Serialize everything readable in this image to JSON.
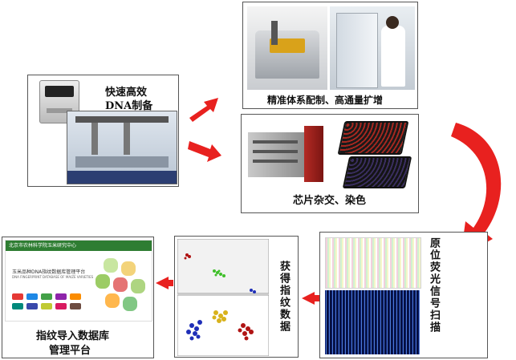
{
  "steps": {
    "dna": {
      "title_line1": "快速高效",
      "title_line2": "DNA制备"
    },
    "pcr": {
      "caption": "精准体系配制、高通量扩增"
    },
    "chip": {
      "caption": "芯片杂交、染色"
    },
    "scan": {
      "caption": "原位荧光信号扫描"
    },
    "fingerprint": {
      "caption": "获得指纹数据"
    },
    "database": {
      "caption_line1": "指纹导入数据库",
      "caption_line2": "管理平台",
      "header": "北京市农林科学院玉米研究中心",
      "subtitle_line1": "玉米品种DNA指纹数据库管理平台",
      "subtitle_line2": "DNA FINGERPRINT DATABASE OF MAIZE VARIETIES"
    }
  },
  "colors": {
    "arrow": "#e8211f",
    "db_header": "#2e7d32",
    "cluster_blue": "#1f2fb8",
    "cluster_yellow": "#d8b21c",
    "cluster_red": "#b01414",
    "cluster_green": "#3fbf2a"
  }
}
